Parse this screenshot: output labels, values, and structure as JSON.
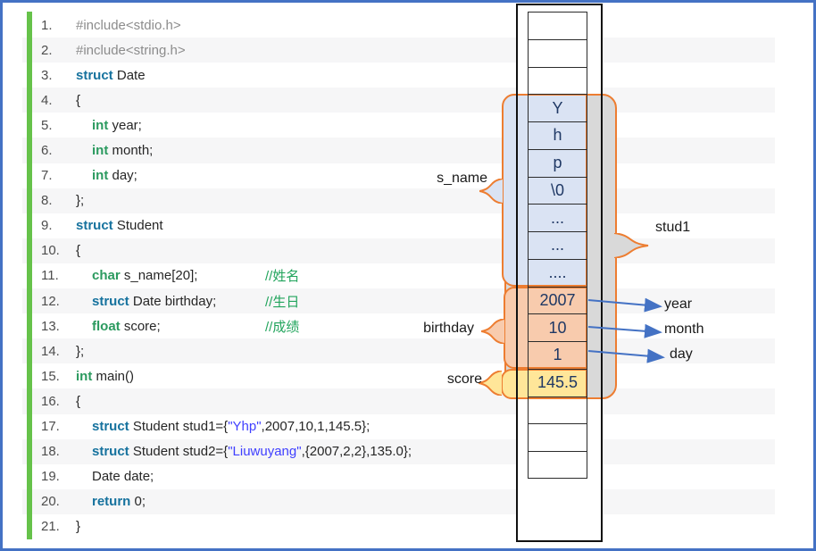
{
  "window": {
    "border_color": "#4472c4",
    "background": "#ffffff",
    "stripe_color": "#f6f6f7",
    "gutter_bar_color": "#66c24a"
  },
  "code": {
    "lines": [
      {
        "num": "1.",
        "ind": 0,
        "toks": [
          [
            "inc",
            "#include<stdio.h>"
          ]
        ]
      },
      {
        "num": "2.",
        "ind": 0,
        "toks": [
          [
            "inc",
            "#include<string.h>"
          ]
        ]
      },
      {
        "num": "3.",
        "ind": 0,
        "toks": [
          [
            "kw",
            "struct"
          ],
          [
            "pl",
            " Date"
          ]
        ]
      },
      {
        "num": "4.",
        "ind": 0,
        "toks": [
          [
            "pl",
            "{"
          ]
        ]
      },
      {
        "num": "5.",
        "ind": 1,
        "toks": [
          [
            "ty",
            "int"
          ],
          [
            "pl",
            " year;"
          ]
        ]
      },
      {
        "num": "6.",
        "ind": 1,
        "toks": [
          [
            "ty",
            "int"
          ],
          [
            "pl",
            " month;"
          ]
        ]
      },
      {
        "num": "7.",
        "ind": 1,
        "toks": [
          [
            "ty",
            "int"
          ],
          [
            "pl",
            " day;"
          ]
        ]
      },
      {
        "num": "8.",
        "ind": 0,
        "toks": [
          [
            "pl",
            "};"
          ]
        ]
      },
      {
        "num": "9.",
        "ind": 0,
        "toks": [
          [
            "kw",
            "struct"
          ],
          [
            "pl",
            " Student"
          ]
        ]
      },
      {
        "num": "10.",
        "ind": 0,
        "toks": [
          [
            "pl",
            "{"
          ]
        ]
      },
      {
        "num": "11.",
        "ind": 1,
        "toks": [
          [
            "ty",
            "char"
          ],
          [
            "pl",
            " s_name[20];"
          ]
        ],
        "cmt": "//姓名"
      },
      {
        "num": "12.",
        "ind": 1,
        "toks": [
          [
            "kw",
            "struct"
          ],
          [
            "pl",
            " Date birthday;"
          ]
        ],
        "cmt": "//生日"
      },
      {
        "num": "13.",
        "ind": 1,
        "toks": [
          [
            "ty",
            "float"
          ],
          [
            "pl",
            " score;"
          ]
        ],
        "cmt": "//成绩"
      },
      {
        "num": "14.",
        "ind": 0,
        "toks": [
          [
            "pl",
            "};"
          ]
        ]
      },
      {
        "num": "15.",
        "ind": 0,
        "toks": [
          [
            "ty",
            "int"
          ],
          [
            "pl",
            " main()"
          ]
        ]
      },
      {
        "num": "16.",
        "ind": 0,
        "toks": [
          [
            "pl",
            "{"
          ]
        ]
      },
      {
        "num": "17.",
        "ind": 1,
        "toks": [
          [
            "kw",
            "struct"
          ],
          [
            "pl",
            " Student stud1={"
          ],
          [
            "st",
            "\"Yhp\""
          ],
          [
            "pl",
            ",2007,10,1,145.5};"
          ]
        ]
      },
      {
        "num": "18.",
        "ind": 1,
        "toks": [
          [
            "kw",
            "struct"
          ],
          [
            "pl",
            " Student stud2={"
          ],
          [
            "st",
            "\"Liuwuyang\""
          ],
          [
            "pl",
            ",{2007,2,2},135.0};"
          ]
        ]
      },
      {
        "num": "19.",
        "ind": 1,
        "toks": [
          [
            "pl",
            "Date date;"
          ]
        ]
      },
      {
        "num": "20.",
        "ind": 1,
        "toks": [
          [
            "kw",
            "return"
          ],
          [
            "pl",
            " 0;"
          ]
        ]
      },
      {
        "num": "21.",
        "ind": 0,
        "toks": [
          [
            "pl",
            "}"
          ]
        ]
      }
    ],
    "token_colors": {
      "include": "#8c8c8c",
      "keyword": "#16729e",
      "type": "#2b9a5f",
      "string": "#4040ff",
      "comment": "#21a45c",
      "plain": "#262626",
      "line_number": "#4d4d4d"
    }
  },
  "diagram": {
    "cells": [
      "",
      "",
      "",
      "Y",
      "h",
      "p",
      "\\0",
      "...",
      "...",
      "....",
      "2007",
      "10",
      "1",
      "145.5",
      "",
      "",
      ""
    ],
    "cell_groups": {
      "s_name_cells": [
        "Y",
        "h",
        "p",
        "\\0",
        "...",
        "...",
        "...."
      ],
      "birthday_cells": [
        "2007",
        "10",
        "1"
      ],
      "score_cells": [
        "145.5"
      ]
    },
    "labels": {
      "s_name": "s_name",
      "birthday": "birthday",
      "score": "score",
      "stud1": "stud1",
      "year": "year",
      "month": "month",
      "day": "day"
    },
    "colors": {
      "s_name_region": "#dae3f3",
      "birthday_region": "#f8cbad",
      "score_region": "#ffe699",
      "stud1_region": "#d9d9d9",
      "brace": "#ed7d31",
      "arrow": "#4472c4",
      "cell_text": "#1f3864",
      "box_border": "#111111"
    }
  }
}
